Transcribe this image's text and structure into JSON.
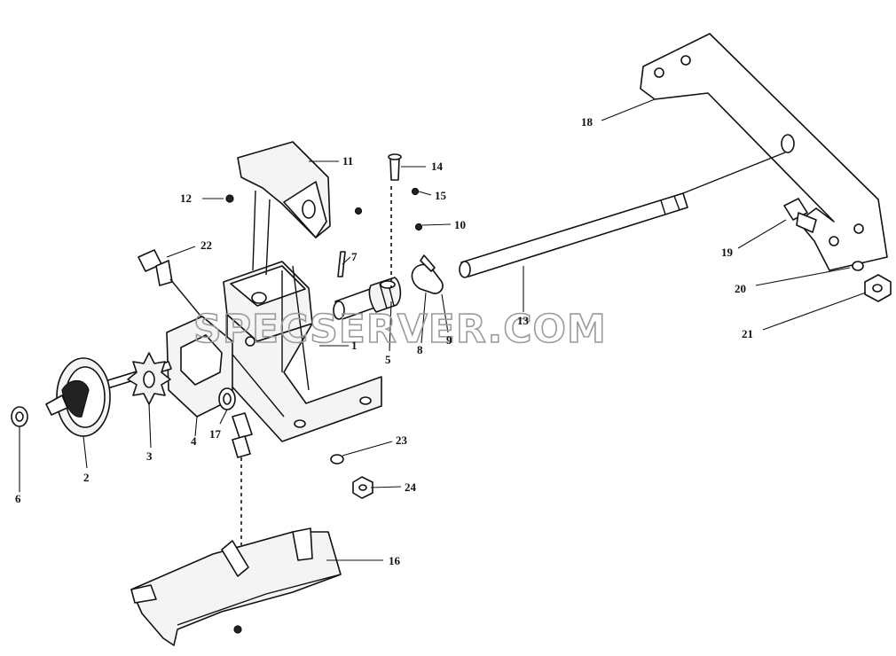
{
  "watermark": "SPECSERVER.COM",
  "callouts": {
    "c1": "1",
    "c2": "2",
    "c3": "3",
    "c4": "4",
    "c5": "5",
    "c6": "6",
    "c7": "7",
    "c8": "8",
    "c9": "9",
    "c10": "10",
    "c11": "11",
    "c12": "12",
    "c13": "13",
    "c14": "14",
    "c15": "15",
    "c16": "16",
    "c17": "17",
    "c18": "18",
    "c19": "19",
    "c20": "20",
    "c21": "21",
    "c22": "22",
    "c23": "23",
    "c24": "24"
  }
}
